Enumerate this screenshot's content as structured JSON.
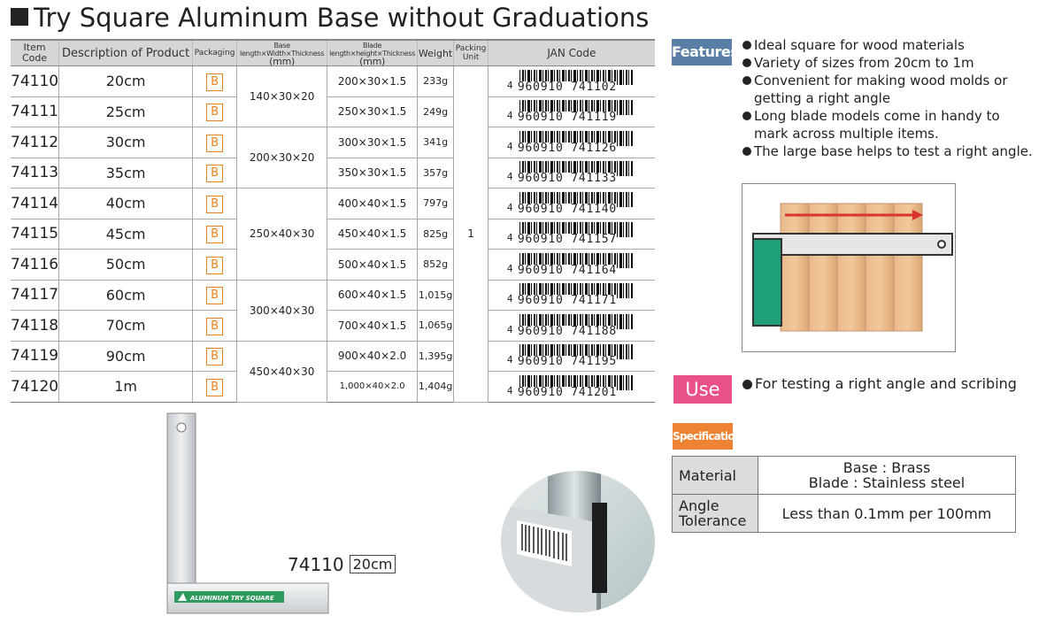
{
  "title": "Try Square Aluminum Base without Graduations",
  "table": {
    "headers": {
      "code": "Item Code",
      "desc": "Description of Product",
      "pkg": "Packaging",
      "base": "Base length×Width×Thickness",
      "base_unit": "(mm)",
      "blade": "Blade length×height×Thickness",
      "blade_unit": "(mm)",
      "weight": "Weight",
      "unit": "Packing Unit",
      "jan": "JAN Code"
    },
    "packaging": "B",
    "packing_unit": "1",
    "jan_first": "4",
    "rows": [
      {
        "code": "74110",
        "desc": "20cm",
        "blade": "200×30×1.5",
        "weight": "233g",
        "jan": "960910 741102"
      },
      {
        "code": "74111",
        "desc": "25cm",
        "blade": "250×30×1.5",
        "weight": "249g",
        "jan": "960910 741119"
      },
      {
        "code": "74112",
        "desc": "30cm",
        "blade": "300×30×1.5",
        "weight": "341g",
        "jan": "960910 741126"
      },
      {
        "code": "74113",
        "desc": "35cm",
        "blade": "350×30×1.5",
        "weight": "357g",
        "jan": "960910 741133"
      },
      {
        "code": "74114",
        "desc": "40cm",
        "blade": "400×40×1.5",
        "weight": "797g",
        "jan": "960910 741140"
      },
      {
        "code": "74115",
        "desc": "45cm",
        "blade": "450×40×1.5",
        "weight": "825g",
        "jan": "960910 741157"
      },
      {
        "code": "74116",
        "desc": "50cm",
        "blade": "500×40×1.5",
        "weight": "852g",
        "jan": "960910 741164"
      },
      {
        "code": "74117",
        "desc": "60cm",
        "blade": "600×40×1.5",
        "weight": "1,015g",
        "jan": "960910 741171"
      },
      {
        "code": "74118",
        "desc": "70cm",
        "blade": "700×40×1.5",
        "weight": "1,065g",
        "jan": "960910 741188"
      },
      {
        "code": "74119",
        "desc": "90cm",
        "blade": "900×40×2.0",
        "weight": "1,395g",
        "jan": "960910 741195"
      },
      {
        "code": "74120",
        "desc": "1m",
        "blade": "1,000×40×2.0",
        "weight": "1,404g",
        "jan": "960910 741201"
      }
    ],
    "base_groups": [
      "140×30×20",
      "200×30×20",
      "250×40×30",
      "300×40×30",
      "450×40×30"
    ]
  },
  "features": {
    "badge": "Features",
    "items": [
      "Ideal square for wood materials",
      "Variety of sizes from 20cm to 1m",
      "Convenient for making wood molds or getting a right angle",
      "Long blade models come in handy to mark across multiple items.",
      "The large base helps to test a right angle."
    ]
  },
  "use": {
    "badge": "Use",
    "text": "For testing a right angle and scribing"
  },
  "specs": {
    "badge": "Specifications",
    "material_label": "Material",
    "material_line1": "Base : Brass",
    "material_line2": "Blade : Stainless steel",
    "angle_label_1": "Angle",
    "angle_label_2": "Tolerance",
    "angle_value": "Less than 0.1mm per 100mm"
  },
  "caption": {
    "code": "74110",
    "size": "20cm"
  },
  "product_label": "ALUMINUM TRY SQUARE",
  "colors": {
    "feature_badge": "#5a7fa6",
    "use_badge": "#ea508a",
    "spec_badge": "#ee8433",
    "packaging_mark": "#e8821e",
    "base_green": "#1f9e7a",
    "arrow_red": "#d9322f"
  }
}
